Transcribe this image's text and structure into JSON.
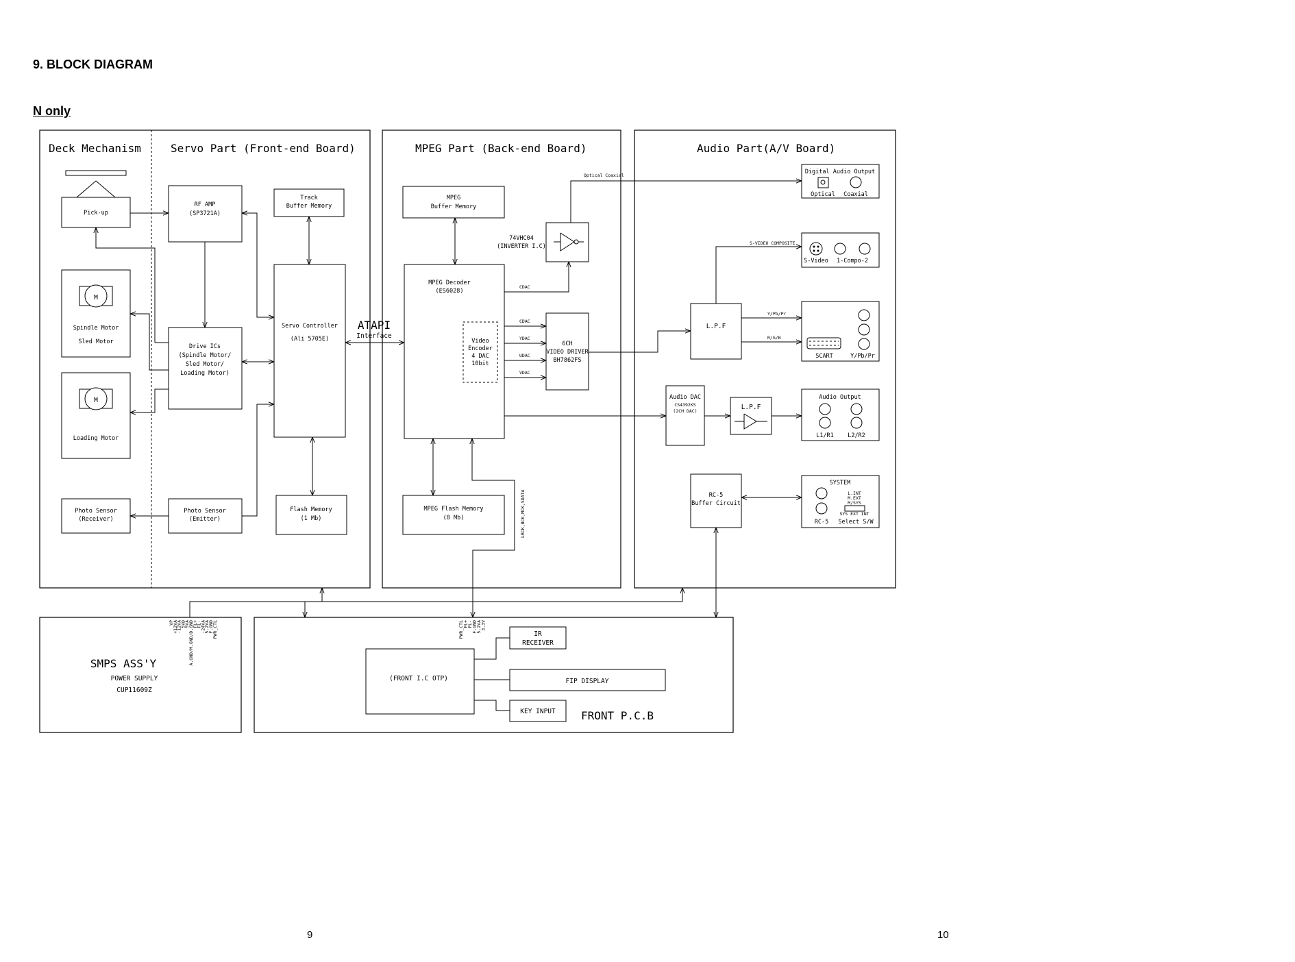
{
  "page": {
    "title": "9. BLOCK DIAGRAM",
    "subtitle": "N only",
    "page_left": "9",
    "page_right": "10"
  },
  "sections": {
    "deck": "Deck Mechanism",
    "servo": "Servo Part (Front-end Board)",
    "mpeg": "MPEG Part (Back-end Board)",
    "audio": "Audio Part(A/V Board)"
  },
  "deck": {
    "pickup": "Pick-up",
    "motor_symbol": "M",
    "spindle1": "Spindle Motor",
    "spindle2": "Sled Motor",
    "loading": "Loading Motor",
    "photo_rx1": "Photo Sensor",
    "photo_rx2": "(Receiver)"
  },
  "servo": {
    "rfamp1": "RF AMP",
    "rfamp2": "(SP3721A)",
    "track1": "Track",
    "track2": "Buffer Memory",
    "drive1": "Drive ICs",
    "drive2": "(Spindle Motor/",
    "drive3": "Sled Motor/",
    "drive4": "Loading Motor)",
    "servo1": "Servo Controller",
    "servo2": "(Ali 5705E)",
    "photo_em1": "Photo Sensor",
    "photo_em2": "(Emitter)",
    "flash1": "Flash Memory",
    "flash2": "(1 Mb)"
  },
  "atapi": {
    "line1": "ATAPI",
    "line2": "Interface"
  },
  "mpeg": {
    "buf1": "MPEG",
    "buf2": "Buffer Memory",
    "inv1": "74VHC04",
    "inv2": "(INVERTER I.C)",
    "dec1": "MPEG Decoder",
    "dec2": "(ES6028)",
    "enc1": "Video",
    "enc2": "Encoder",
    "enc3": "4 DAC",
    "enc4": "10bit",
    "cdac_top": "CDAC",
    "cdac": "CDAC",
    "ydac": "YDAC",
    "udac": "UDAC",
    "vdac": "VDAC",
    "drv1": "6CH",
    "drv2": "VIDEO DRIVER",
    "drv3": "BH7862FS",
    "flash1": "MPEG Flash Memory",
    "flash2": "(8 Mb)",
    "lrck": "LRCK,BCK,MCK,SDATA",
    "optcoax": "Optical Coaxial"
  },
  "audio": {
    "digital_title": "Digital Audio Output",
    "optical": "Optical",
    "coaxial": "Coaxial",
    "svideo_composite": "S-VIDEO  COMPOSITE",
    "svideo": "S-Video",
    "compo": "1-Compo-2",
    "lpf": "L.P.F",
    "ypbpr_sig": "Y/Pb/Pr",
    "rgb_sig": "R/G/B",
    "scart": "SCART",
    "ypbpr": "Y/Pb/Pr",
    "dac1": "Audio DAC",
    "dac2": "CS4392KS",
    "dac3": "(2CH DAC)",
    "lpf2": "L.P.F",
    "aout_title": "Audio Output",
    "l1r1": "L1/R1",
    "l2r2": "L2/R2",
    "rc5_1": "RC-5",
    "rc5_2": "Buffer Circuit",
    "system": "SYSTEM",
    "sys_lint": "L.INT",
    "sys_mext": "M.EXT",
    "sys_msys": "M/SYS",
    "sys_sw": "SYS EXT INT",
    "rc5": "RC-5",
    "select": "Select S/W"
  },
  "smps": {
    "title": "SMPS ASS'Y",
    "line1": "POWER SUPPLY",
    "line2": "CUP11609Z",
    "pins": [
      "VP",
      "+12VA",
      "-12VA",
      "5VD",
      "5VA",
      "A.GND/M.GND/D.GND",
      "FL+",
      "FL-",
      "-24VA",
      "5.2VA",
      "F.GND",
      "PWR_CTL"
    ]
  },
  "front": {
    "ic": "(FRONT I.C OTP)",
    "ir1": "IR",
    "ir2": "RECEIVER",
    "fip": "FIP DISPLAY",
    "key": "KEY INPUT",
    "title": "FRONT P.C.B",
    "pins": [
      "PWR_CTL",
      "FL+",
      "FL-",
      "F.GND",
      "5.2VA",
      "3.3V"
    ]
  }
}
